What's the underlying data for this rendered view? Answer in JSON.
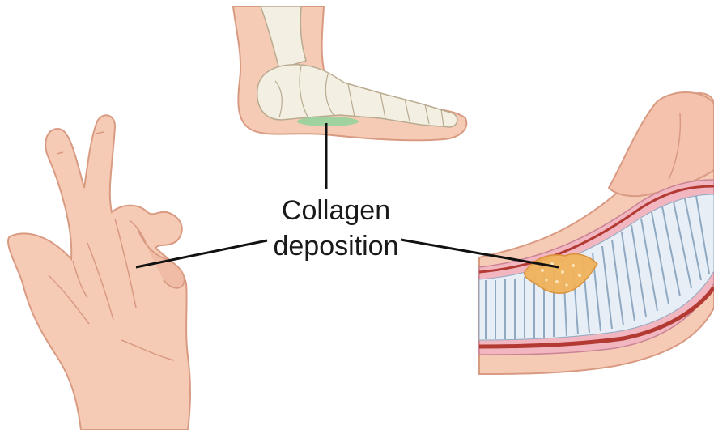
{
  "label": {
    "line1": "Collagen",
    "line2": "deposition"
  },
  "figures": [
    "foot-illustration",
    "hand-illustration",
    "penis-cross-section-illustration"
  ],
  "colors": {
    "skin": "#f6cbb6",
    "skin_shadow": "#e7a58c",
    "bone": "#f3efe2",
    "bone_outline": "#b9ab8f",
    "fibrosis_foot": "#8fd39a",
    "plaque": "#f0b35c",
    "tissue_pink": "#f2b6c0",
    "tissue_red": "#b23a33",
    "fiber_blue": "#b7cde0",
    "pointer_line": "#111111"
  }
}
